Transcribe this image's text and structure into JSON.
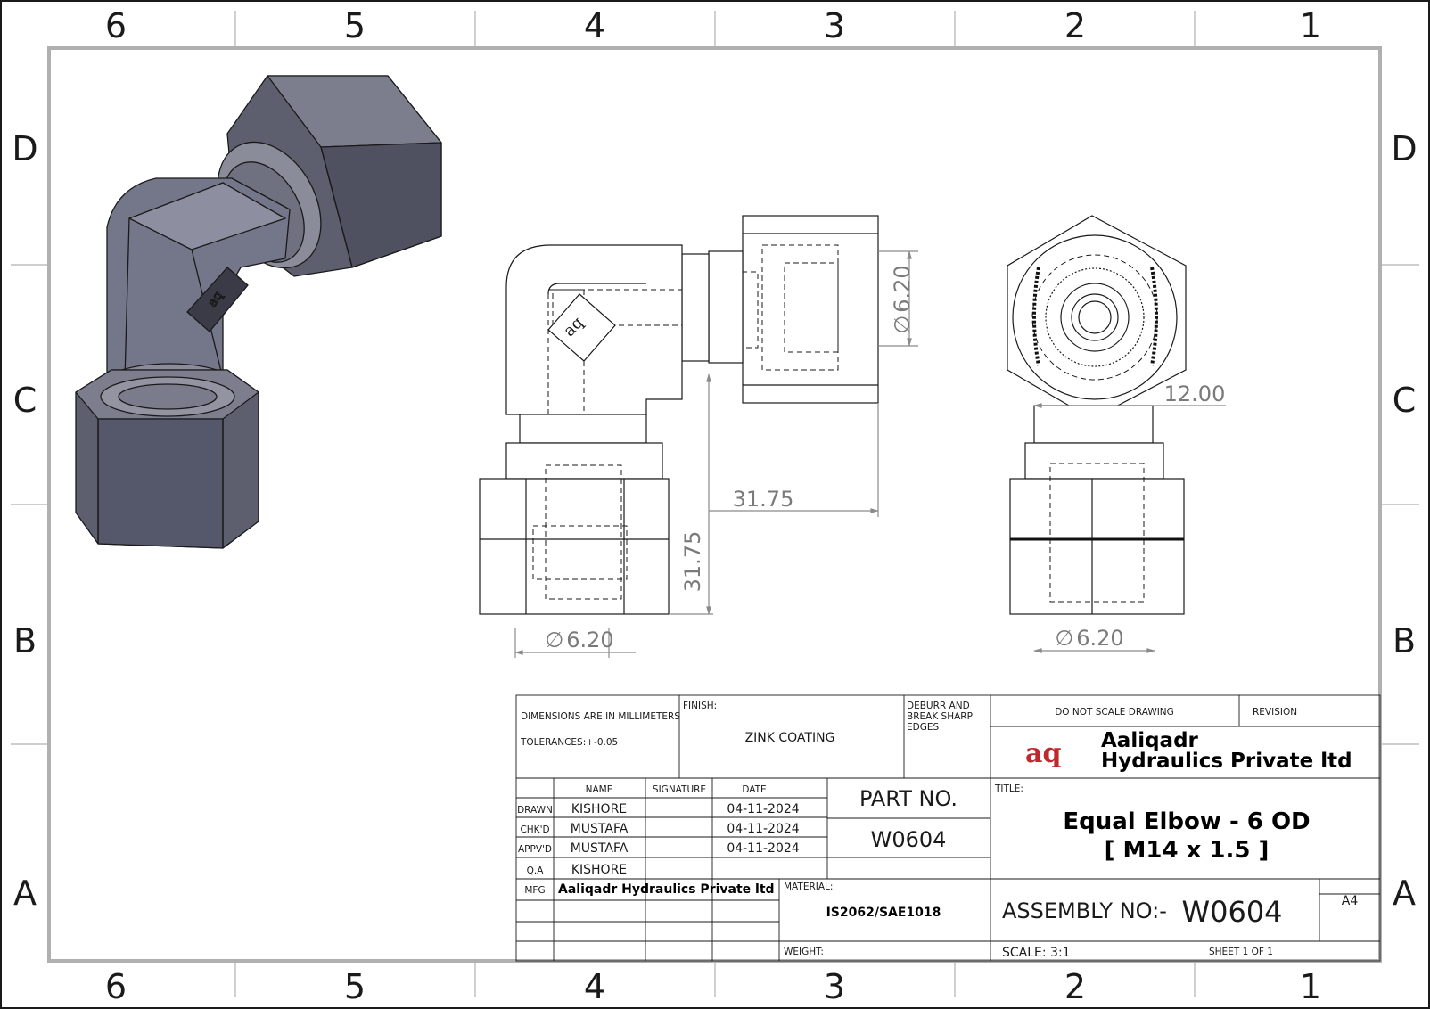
{
  "zones": {
    "cols": [
      "6",
      "5",
      "4",
      "3",
      "2",
      "1"
    ],
    "rows": [
      "D",
      "C",
      "B",
      "A"
    ]
  },
  "dimensions": {
    "front_pipe_dia": "6.20",
    "front_horizontal": "31.75",
    "front_vertical": "31.75",
    "front_bottom_dia": "6.20",
    "side_across_flats": "12.00",
    "side_bottom_dia": "6.20",
    "diameter_symbol": "∅"
  },
  "title_block": {
    "units_note": "DIMENSIONS ARE IN MILLIMETERS",
    "tolerances": "TOLERANCES:+-0.05",
    "finish_label": "FINISH:",
    "finish_value": "ZINK COATING",
    "deburr_line1": "DEBURR AND",
    "deburr_line2": "BREAK SHARP",
    "deburr_line3": "EDGES",
    "do_not_scale": "DO NOT SCALE DRAWING",
    "revision_label": "REVISION",
    "company_logo": "aq",
    "company_line1": "Aaliqadr",
    "company_line2": "Hydraulics Private ltd",
    "headers": {
      "name": "NAME",
      "signature": "SIGNATURE",
      "date": "DATE"
    },
    "approvals": [
      {
        "role": "DRAWN",
        "name": "KISHORE",
        "date": "04-11-2024"
      },
      {
        "role": "CHK'D",
        "name": "MUSTAFA",
        "date": "04-11-2024"
      },
      {
        "role": "APPV'D",
        "name": "MUSTAFA",
        "date": "04-11-2024"
      },
      {
        "role": "Q.A",
        "name": "KISHORE",
        "date": ""
      }
    ],
    "mfg_label": "MFG",
    "mfg_value": "Aaliqadr Hydraulics Private ltd",
    "part_no_label": "PART NO.",
    "part_no_value": "W0604",
    "title_label": "TITLE:",
    "title_line1": "Equal Elbow - 6 OD",
    "title_line2": "[ M14 x 1.5 ]",
    "material_label": "MATERIAL:",
    "material_value": "IS2062/SAE1018",
    "weight_label": "WEIGHT:",
    "assembly_label": "ASSEMBLY NO:-",
    "assembly_value": "W0604",
    "sheet_size": "A4",
    "scale": "SCALE: 3:1",
    "sheet": "SHEET 1 OF 1"
  }
}
